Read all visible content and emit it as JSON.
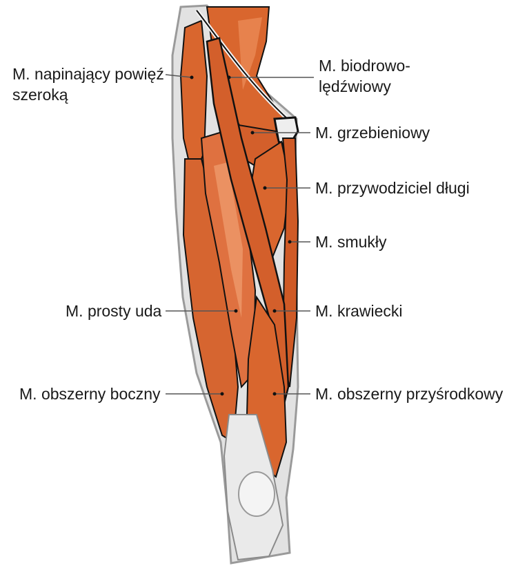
{
  "labels": {
    "tensor_fasciae_latae": {
      "line1": "M. napinający powięź",
      "line2": "szeroką"
    },
    "iliopsoas": {
      "line1": "M. biodrowo-",
      "line2": "lędźwiowy"
    },
    "pectineus": {
      "text": "M. grzebieniowy"
    },
    "adductor_longus": {
      "text": "M. przywodziciel długi"
    },
    "gracilis": {
      "text": "M. smukły"
    },
    "rectus_femoris": {
      "text": "M. prosty uda"
    },
    "sartorius": {
      "text": "M. krawiecki"
    },
    "vastus_lateralis": {
      "text": "M. obszerny boczny"
    },
    "vastus_medialis": {
      "text": "M. obszerny przyśrodkowy"
    }
  },
  "colors": {
    "muscle": "#d9662e",
    "muscle_highlight": "#f0a070",
    "tendon": "#e4e4e4",
    "outline": "#111111",
    "leader": "#555555"
  }
}
